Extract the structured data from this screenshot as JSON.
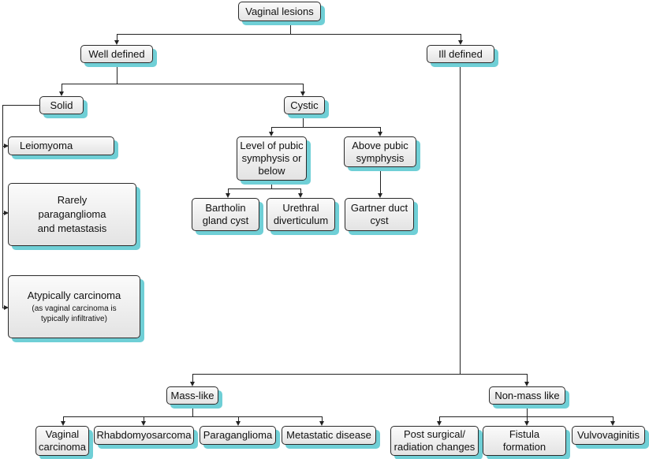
{
  "nodes": {
    "root": "Vaginal lesions",
    "well_defined": "Well defined",
    "ill_defined": "Ill defined",
    "solid": "Solid",
    "cystic": "Cystic",
    "leiomyoma": "Leiomyoma",
    "rarely": "Rarely paraganglioma and metastasis",
    "atypically_main": "Atypically carcinoma",
    "atypically_note": "(as vaginal carcinoma is typically infiltrative)",
    "level_pubic": "Level of pubic symphysis or below",
    "above_pubic": "Above pubic symphysis",
    "bartholin": "Bartholin gland cyst",
    "urethral": "Urethral diverticulum",
    "gartner": "Gartner duct cyst",
    "mass_like": "Mass-like",
    "non_mass_like": "Non-mass like",
    "vaginal_carcinoma": "Vaginal carcinoma",
    "rhabdomyosarcoma": "Rhabdomyosarcoma",
    "paraganglioma": "Paraganglioma",
    "metastatic": "Metastatic disease",
    "post_surgical": "Post surgical/ radiation changes",
    "fistula": "Fistula formation",
    "vulvovaginitis": "Vulvovaginitis"
  },
  "colors": {
    "shadow": "#6fcfd6",
    "line": "#222222"
  }
}
